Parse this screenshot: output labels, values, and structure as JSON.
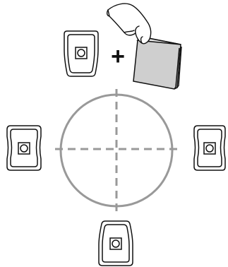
{
  "diagram": {
    "stroke_color": "#111111",
    "guide_color": "#999999",
    "paper_fill": "#cfcfcf",
    "plus_symbol": "+",
    "sensors": [
      {
        "name": "top",
        "icon": "sensor-icon"
      },
      {
        "name": "left",
        "icon": "sensor-icon"
      },
      {
        "name": "right",
        "icon": "sensor-icon"
      },
      {
        "name": "bottom",
        "icon": "sensor-icon"
      }
    ],
    "paper_icon": "paper-sheet-icon",
    "hand_icon": "hand-icon"
  }
}
